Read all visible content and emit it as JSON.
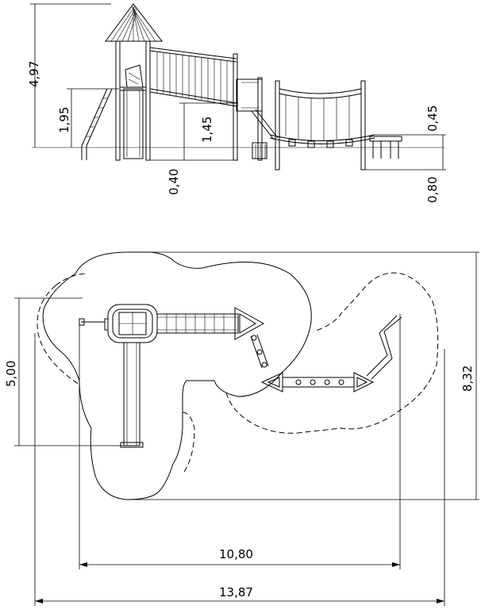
{
  "elevation_dims": {
    "total_height": "4,97",
    "platform_height": "1,95",
    "mid_height": "1,45",
    "below_ground": "0,40",
    "bridge_height": "0,45",
    "post_depth": "0,80"
  },
  "plan_dims": {
    "depth": "5,00",
    "outer_depth": "8,32",
    "inner_width": "10,80",
    "outer_width": "13,87"
  }
}
